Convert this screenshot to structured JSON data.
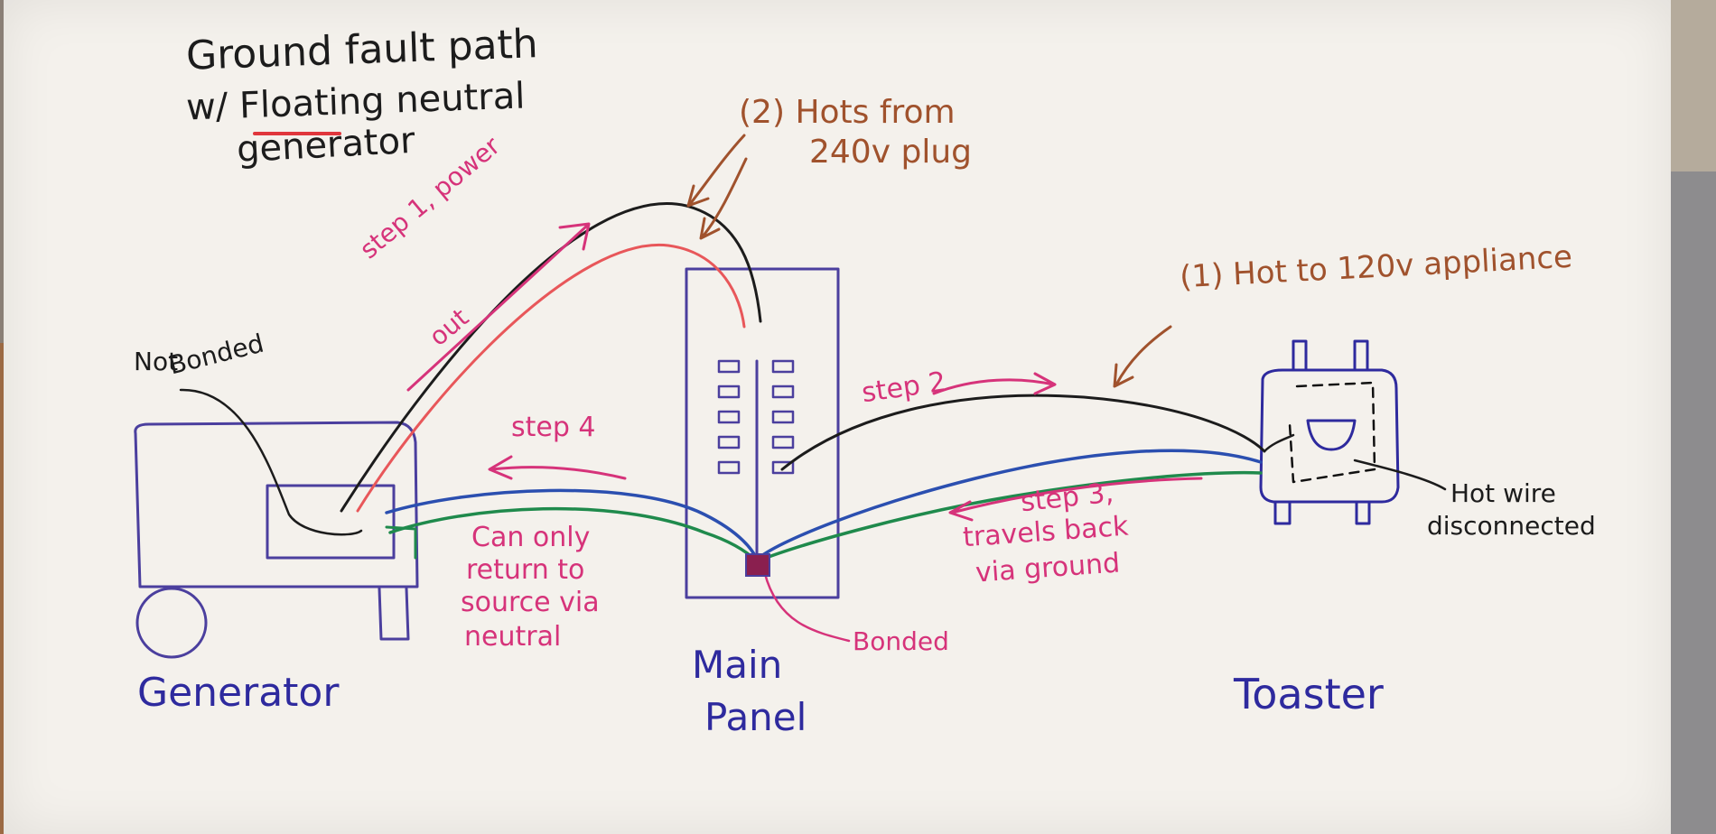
{
  "title": {
    "line1": "Ground fault path",
    "line2": "w/ Floating neutral",
    "line3": "generator"
  },
  "labels": {
    "hots_240": [
      "(2) Hots from",
      "240v plug"
    ],
    "step1": [
      "step 1, power",
      "out"
    ],
    "step2": "step 2",
    "step3": [
      "step 3,",
      "travels back",
      "via ground"
    ],
    "step4": "step 4",
    "hot_120": "(1) Hot to 120v appliance",
    "not_bonded": [
      "Not",
      "Bonded"
    ],
    "can_only": [
      "Can only",
      "return to",
      "source via",
      "neutral"
    ],
    "bonded": "Bonded",
    "hot_disconnected": [
      "Hot wire",
      "disconnected"
    ]
  },
  "components": {
    "generator": "Generator",
    "main_panel": [
      "Main",
      "Panel"
    ],
    "toaster": "Toaster"
  },
  "colors": {
    "black_wire": "#1c1c1c",
    "red_wire": "#e8575a",
    "blue_wire": "#2b4fb0",
    "green_wire": "#1f8a4c",
    "outline": "#4b3f9e",
    "pink_text": "#d6337a",
    "brown_text": "#a0522d",
    "bond_block": "#8a1f4f"
  }
}
